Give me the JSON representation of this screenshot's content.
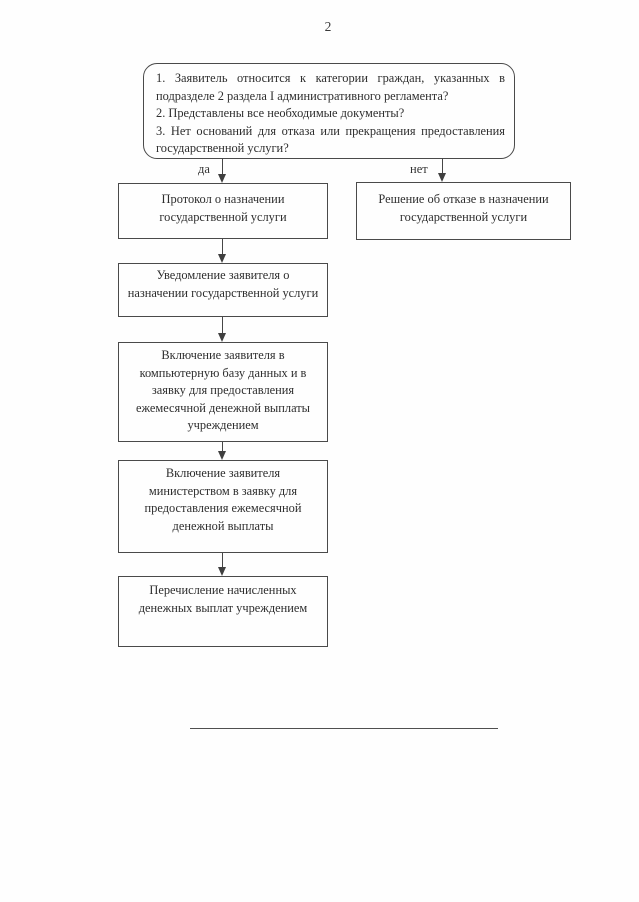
{
  "page": {
    "number": "2"
  },
  "colors": {
    "background": "#fefefe",
    "line": "#4a4a4a",
    "text": "#2e2e2e"
  },
  "flowchart": {
    "decision_conditions": [
      "1. Заявитель относится к категории граждан, указанных в подразделе 2 раздела I административного регламента?",
      "2. Представлены все необходимые документы?",
      "3. Нет оснований для отказа или прекращения предоставления государственной услуги?"
    ],
    "branch_labels": {
      "yes": "да",
      "no": "нет"
    },
    "no_branch_step": "Решение об отказе в назначении государственной услуги",
    "yes_branch_steps": [
      "Протокол о назначении государственной услуги",
      "Уведомление заявителя о назначении государственной услуги",
      "Включение заявителя в компьютерную базу данных и в заявку для предоставления ежемесячной денежной выплаты учреждением",
      "Включение заявителя министерством в заявку для предоставления ежемесячной денежной выплаты",
      "Перечисление начисленных денежных выплат учреждением"
    ]
  }
}
